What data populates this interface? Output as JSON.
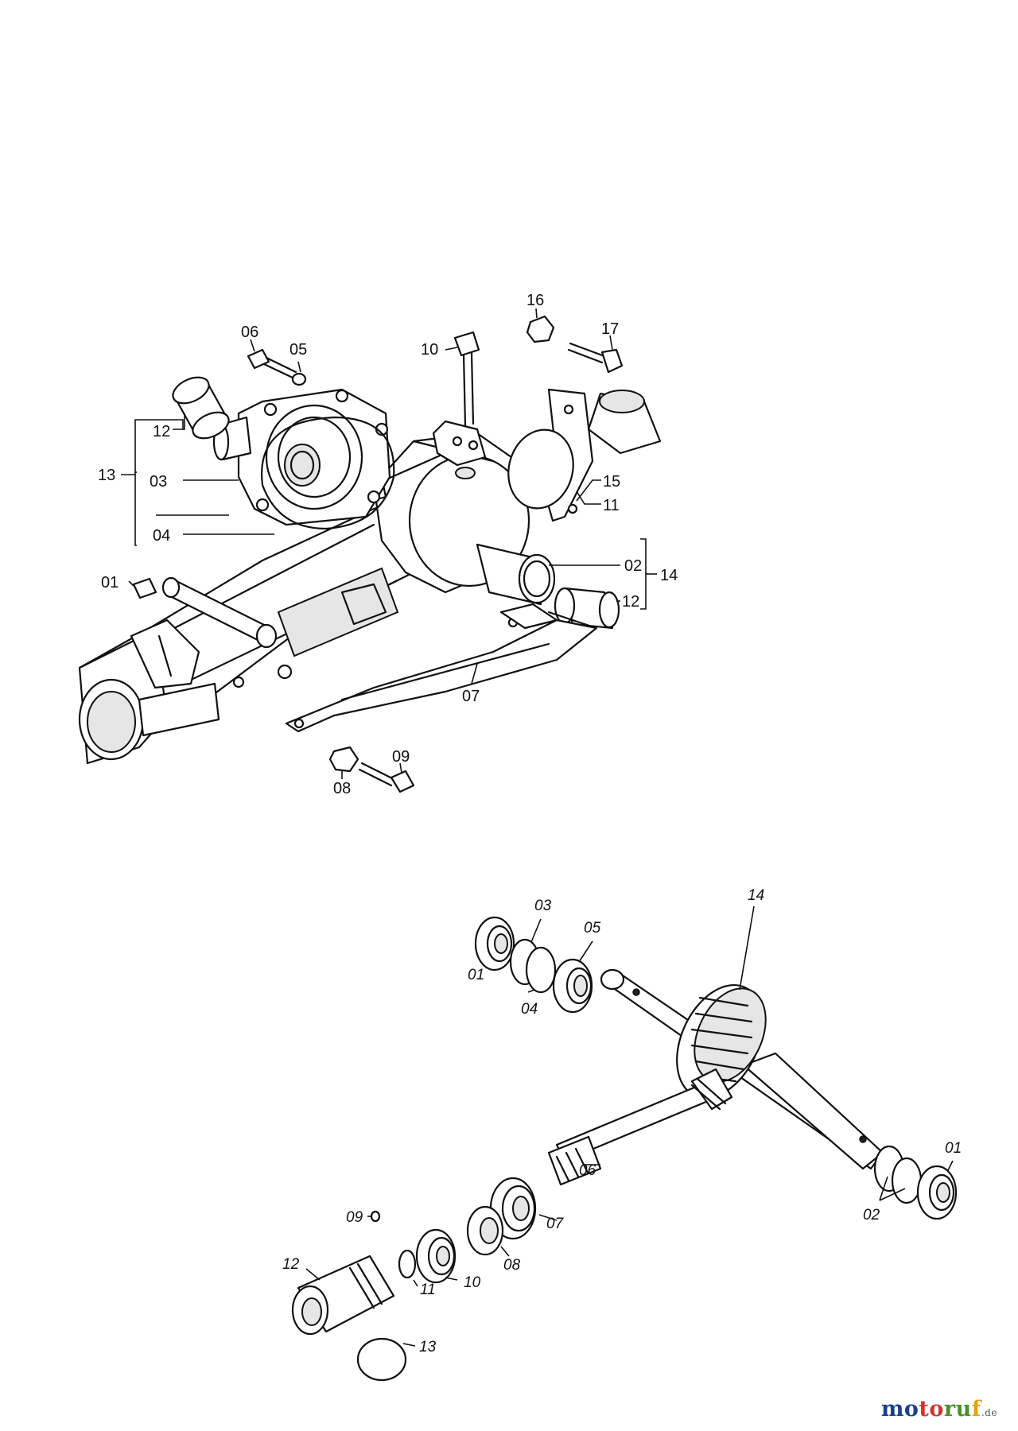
{
  "upper": {
    "labels": {
      "p01": "01",
      "p02": "02",
      "p03": "03",
      "p04": "04",
      "p05": "05",
      "p06": "06",
      "p07": "07",
      "p08": "08",
      "p09": "09",
      "p10": "10",
      "p11": "11",
      "p12a": "12",
      "p12b": "12",
      "p13": "13",
      "p14": "14",
      "p15": "15",
      "p16": "16",
      "p17": "17"
    }
  },
  "lower": {
    "labels": {
      "p01a": "01",
      "p01b": "01",
      "p02": "02",
      "p03": "03",
      "p04": "04",
      "p05": "05",
      "p06": "06",
      "p07": "07",
      "p08": "08",
      "p09": "09",
      "p10": "10",
      "p11": "11",
      "p12": "12",
      "p13": "13",
      "p14": "14"
    }
  },
  "watermark": {
    "parts": [
      "mo",
      "to",
      "ru",
      "f"
    ],
    "suffix": ".de"
  }
}
